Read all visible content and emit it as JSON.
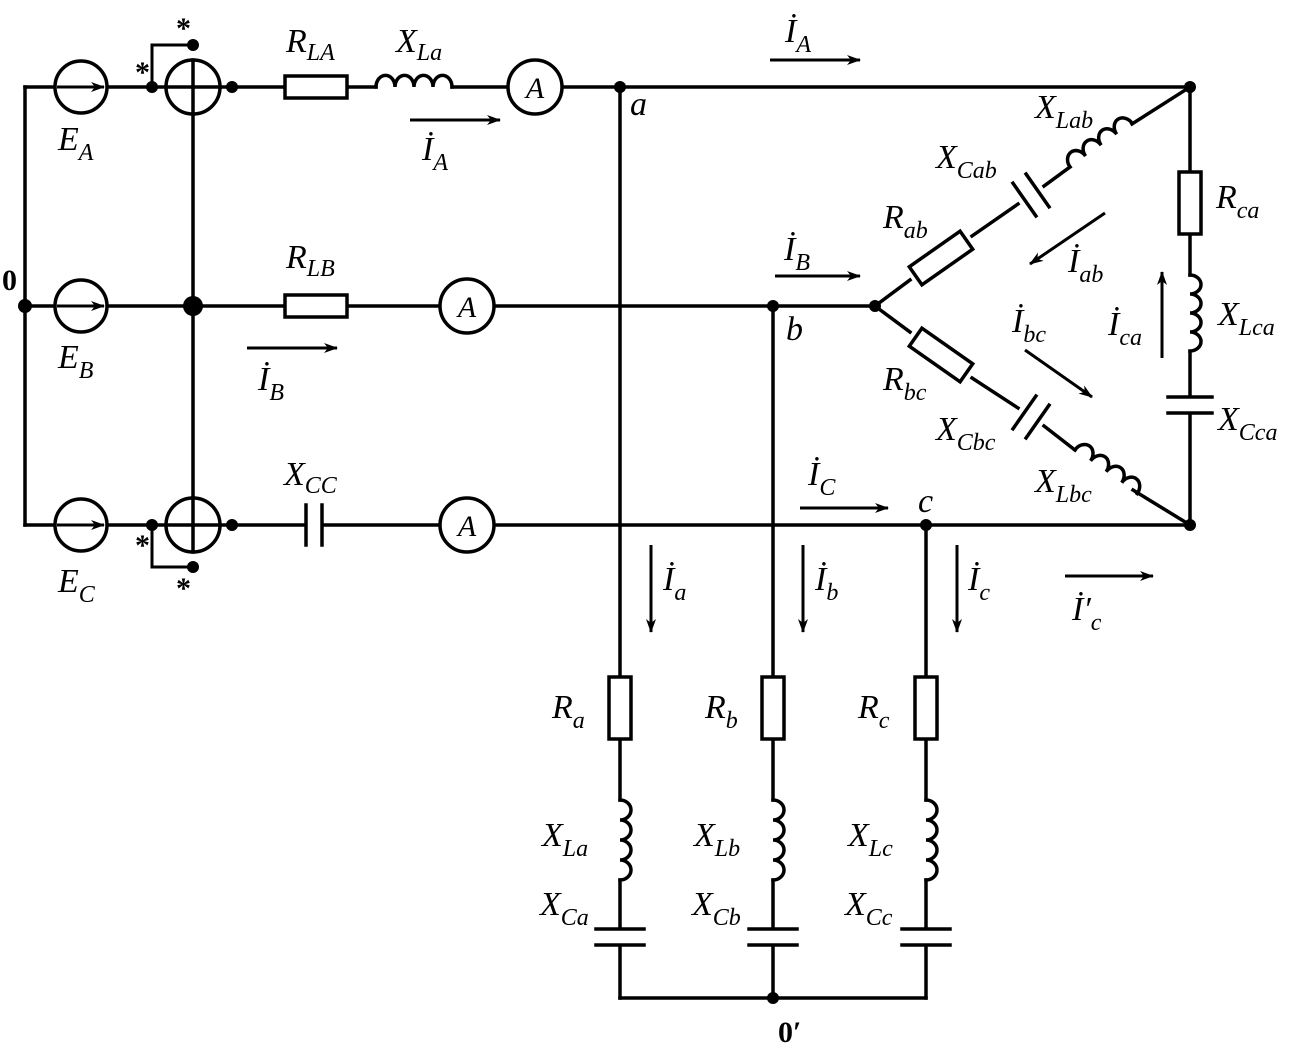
{
  "nodes": {
    "zero": "0",
    "zero_prime": "0′",
    "a": "a",
    "b": "b",
    "c": "c"
  },
  "meter": "A",
  "wattmeter_mark": "*",
  "sources": [
    {
      "main": "E",
      "sub": "A"
    },
    {
      "main": "E",
      "sub": "B"
    },
    {
      "main": "E",
      "sub": "C"
    }
  ],
  "line_elements": {
    "r_la": {
      "main": "R",
      "sub": "LA"
    },
    "x_la": {
      "main": "X",
      "sub": "La"
    },
    "r_lb": {
      "main": "R",
      "sub": "LB"
    },
    "x_cc": {
      "main": "X",
      "sub": "CC"
    }
  },
  "delta": {
    "r_ab": {
      "main": "R",
      "sub": "ab"
    },
    "x_cab": {
      "main": "X",
      "sub": "Cab"
    },
    "x_lab": {
      "main": "X",
      "sub": "Lab"
    },
    "r_bc": {
      "main": "R",
      "sub": "bc"
    },
    "x_cbc": {
      "main": "X",
      "sub": "Cbc"
    },
    "x_lbc": {
      "main": "X",
      "sub": "Lbc"
    },
    "r_ca": {
      "main": "R",
      "sub": "ca"
    },
    "x_lca": {
      "main": "X",
      "sub": "Lca"
    },
    "x_cca": {
      "main": "X",
      "sub": "Cca"
    }
  },
  "star_load": [
    {
      "r": {
        "main": "R",
        "sub": "a"
      },
      "xl": {
        "main": "X",
        "sub": "La"
      },
      "xc": {
        "main": "X",
        "sub": "Ca"
      }
    },
    {
      "r": {
        "main": "R",
        "sub": "b"
      },
      "xl": {
        "main": "X",
        "sub": "Lb"
      },
      "xc": {
        "main": "X",
        "sub": "Cb"
      }
    },
    {
      "r": {
        "main": "R",
        "sub": "c"
      },
      "xl": {
        "main": "X",
        "sub": "Lc"
      },
      "xc": {
        "main": "X",
        "sub": "Cc"
      }
    }
  ],
  "currents": {
    "ia_top": {
      "main": "İ",
      "sub": "A"
    },
    "ia_line": {
      "main": "İ",
      "sub": "A"
    },
    "ib_line": {
      "main": "İ",
      "sub": "B"
    },
    "ib_right": {
      "main": "İ",
      "sub": "B"
    },
    "ic_right": {
      "main": "İ",
      "sub": "C"
    },
    "i_ab": {
      "main": "İ",
      "sub": "ab"
    },
    "i_bc": {
      "main": "İ",
      "sub": "bc"
    },
    "i_ca": {
      "main": "İ",
      "sub": "ca"
    },
    "i_a": {
      "main": "İ",
      "sub": "a"
    },
    "i_b": {
      "main": "İ",
      "sub": "b"
    },
    "i_c": {
      "main": "İ",
      "sub": "c"
    },
    "i_c_prime": {
      "main": "İ′",
      "sub": "c"
    }
  }
}
